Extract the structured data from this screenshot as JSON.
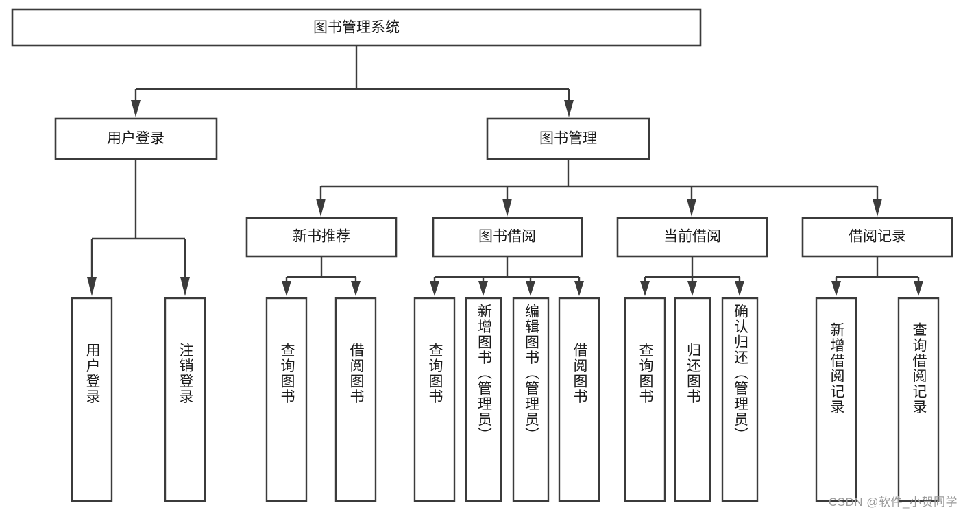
{
  "diagram": {
    "type": "tree",
    "title": "图书管理系统",
    "watermark": "CSDN @软件_小贺同学",
    "colors": {
      "box_stroke": "#3b3b3b",
      "box_fill": "#ffffff",
      "text": "#1a1a1a",
      "watermark": "#9a9a9a",
      "background": "#ffffff"
    },
    "root": {
      "label": "图书管理系统"
    },
    "level2": [
      {
        "label": "用户登录"
      },
      {
        "label": "图书管理"
      }
    ],
    "level3": [
      {
        "label": "新书推荐"
      },
      {
        "label": "图书借阅"
      },
      {
        "label": "当前借阅"
      },
      {
        "label": "借阅记录"
      }
    ],
    "leaves": {
      "user_login": [
        {
          "label": "用户登录"
        },
        {
          "label": "注销登录"
        }
      ],
      "new_book_recommend": [
        {
          "label": "查询图书"
        },
        {
          "label": "借阅图书"
        }
      ],
      "book_borrow": [
        {
          "label": "查询图书"
        },
        {
          "label": "新增图书（管理员）"
        },
        {
          "label": "编辑图书（管理员）"
        },
        {
          "label": "借阅图书"
        }
      ],
      "current_borrow": [
        {
          "label": "查询图书"
        },
        {
          "label": "归还图书"
        },
        {
          "label": "确认归还（管理员）"
        }
      ],
      "borrow_record": [
        {
          "label": "新增借阅记录"
        },
        {
          "label": "查询借阅记录"
        }
      ]
    }
  }
}
